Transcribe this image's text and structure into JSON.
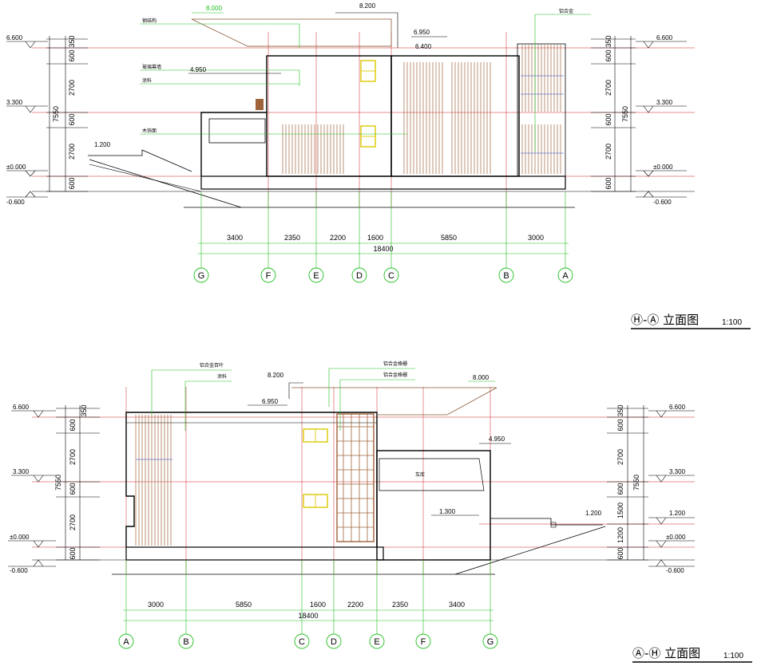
{
  "elevation_top": {
    "title": "Ⓗ-Ⓐ 立面图",
    "scale": "1:100",
    "grid_labels": [
      "G",
      "F",
      "E",
      "D",
      "C",
      "B",
      "A"
    ],
    "spans": [
      "3400",
      "2350",
      "2200",
      "1600",
      "5850",
      "3000"
    ],
    "total": "18400",
    "levels_left": [
      "6.600",
      "3.300",
      "±0.000",
      "-0.600"
    ],
    "levels_right": [
      "6.600",
      "3.300",
      "±0.000",
      "-0.600"
    ],
    "vert_dims": [
      "350",
      "600",
      "2700",
      "600",
      "2700",
      "600"
    ],
    "overall_height": "7550",
    "annotations": [
      "8.000",
      "8.200",
      "6.950",
      "6.400",
      "4.950",
      "1.200"
    ]
  },
  "elevation_bottom": {
    "title": "Ⓐ-Ⓗ 立面图",
    "scale": "1:100",
    "grid_labels": [
      "A",
      "B",
      "C",
      "D",
      "E",
      "F",
      "G"
    ],
    "spans": [
      "3000",
      "5850",
      "1600",
      "2200",
      "2350",
      "3400"
    ],
    "total": "18400",
    "levels_left": [
      "6.600",
      "3.300",
      "±0.000",
      "-0.600"
    ],
    "levels_right": [
      "6.600",
      "3.300",
      "1.200",
      "±0.000",
      "-0.600"
    ],
    "vert_dims_left": [
      "350",
      "600",
      "2700",
      "600",
      "2700",
      "600"
    ],
    "vert_dims_right": [
      "350",
      "600",
      "2700",
      "600",
      "1500",
      "1200",
      "600"
    ],
    "overall_height": "7550",
    "annotations": [
      "8.200",
      "8.000",
      "6.950",
      "4.950",
      "1.300",
      "1.200"
    ]
  }
}
